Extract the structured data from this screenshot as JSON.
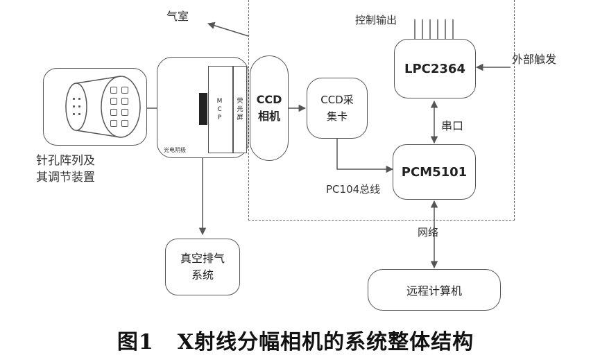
{
  "nodes": {
    "qishi": "气室",
    "kongzhi": "控制输出",
    "lpc": "LPC2364",
    "waibu": "外部触发",
    "ccd_camera": "CCD\n相机",
    "ccd_card": "CCD采\n集卡",
    "chuankou": "串口",
    "pcm": "PCM5101",
    "pc104": "PC104总线",
    "wangluo": "网络",
    "pinhole": "针孔阵列及\n其调节装置",
    "mcp": "M\nC\nP",
    "phosphor": "荧\n光\n屏",
    "photocathode": "光电阴极",
    "vacuum": "真空排气\n系统",
    "remote": "远程计算机"
  },
  "caption": {
    "figure": "图1",
    "title": "X射线分幅相机的系统整体结构"
  },
  "colors": {
    "line": "#555555",
    "dashed": "#666666",
    "text": "#333333"
  }
}
